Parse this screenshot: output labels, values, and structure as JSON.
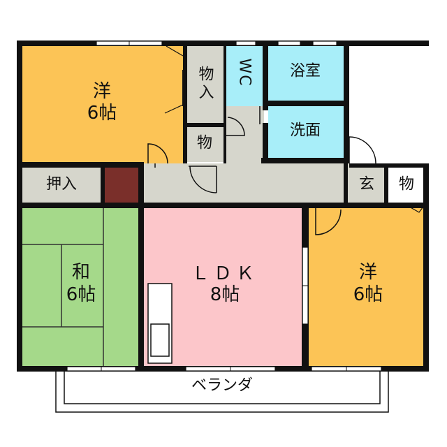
{
  "rooms": {
    "western_nw": {
      "name": "洋",
      "size": "6帖"
    },
    "closet_top": {
      "name": "物入"
    },
    "wc": {
      "name": "WC"
    },
    "bath": {
      "name": "浴室"
    },
    "washroom": {
      "name": "洗面"
    },
    "storage_mid": {
      "name": "物"
    },
    "oshiire": {
      "name": "押入"
    },
    "japanese": {
      "name": "和",
      "size": "6帖"
    },
    "ldk": {
      "name": "ＬＤＫ",
      "size": "8帖"
    },
    "western_se": {
      "name": "洋",
      "size": "6帖"
    },
    "entrance": {
      "name": "玄"
    },
    "storage_entry": {
      "name": "物"
    }
  },
  "balcony": {
    "name": "ベランダ"
  },
  "colors": {
    "western": "#fcc456",
    "japanese": "#a5d98a",
    "ldk": "#fcc6ca",
    "wet": "#a8eef9",
    "hall": "#d6d6cc",
    "dark": "#7a2f2a",
    "wall": "#111111"
  }
}
